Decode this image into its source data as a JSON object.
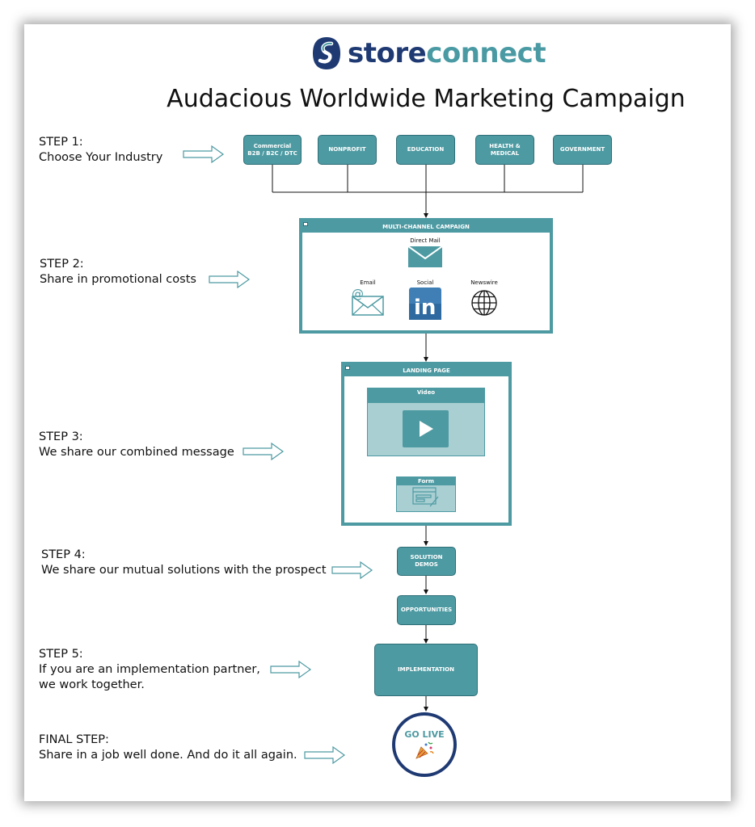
{
  "logo": {
    "text_dark": "store",
    "text_light": "connect",
    "colors": {
      "dark": "#1f3a73",
      "light": "#4a9aa4"
    }
  },
  "title": "Audacious Worldwide Marketing Campaign",
  "steps": [
    {
      "heading": "STEP 1:",
      "text": "Choose Your Industry"
    },
    {
      "heading": "STEP 2:",
      "text": "Share in promotional costs"
    },
    {
      "heading": "STEP 3:",
      "text": "We share our combined message"
    },
    {
      "heading": "STEP 4:",
      "text": "We share our mutual solutions with the prospect"
    },
    {
      "heading": "STEP 5:",
      "text": "If you are an implementation partner,",
      "text2": "we work together."
    },
    {
      "heading": "FINAL STEP:",
      "text": "Share in a job well done. And do it all again."
    }
  ],
  "industries": [
    {
      "line1": "Commercial",
      "line2": "B2B / B2C / DTC"
    },
    {
      "line1": "NONPROFIT",
      "line2": ""
    },
    {
      "line1": "EDUCATION",
      "line2": ""
    },
    {
      "line1": "HEALTH &",
      "line2": "MEDICAL"
    },
    {
      "line1": "GOVERNMENT",
      "line2": ""
    }
  ],
  "campaign": {
    "header": "MULTI-CHANNEL CAMPAIGN",
    "direct_mail": "Direct Mail",
    "email": "Email",
    "social": "Social",
    "newswire": "Newswire"
  },
  "landing": {
    "header": "LANDING PAGE",
    "video": "Video",
    "form": "Form"
  },
  "flow": {
    "solution_l1": "SOLUTION",
    "solution_l2": "DEMOS",
    "opportunities": "OPPORTUNITIES",
    "implementation": "IMPLEMENTATION",
    "golive": "GO LIVE"
  },
  "colors": {
    "teal": "#4d9aa2",
    "navy": "#1f3a73",
    "light_teal": "#a9cfd3"
  },
  "icons": [
    "storeconnect-logo-icon",
    "envelope-icon",
    "email-at-icon",
    "linkedin-icon",
    "globe-icon",
    "play-icon",
    "form-icon",
    "party-popper-icon"
  ]
}
